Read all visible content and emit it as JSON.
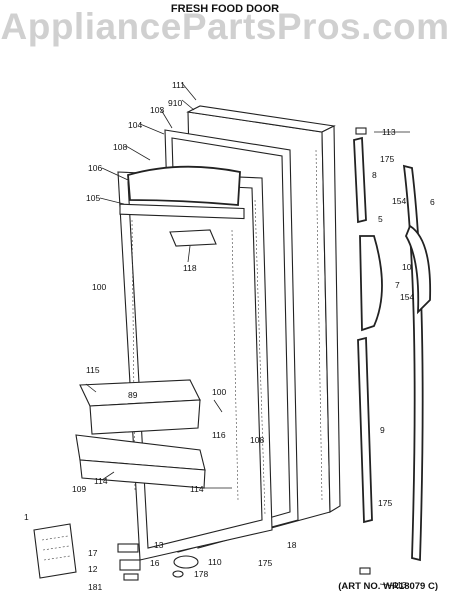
{
  "watermark": "AppliancePartsPros.com",
  "title": "FRESH FOOD DOOR",
  "art_number": "(ART NO. WR18079 C)",
  "labels": [
    {
      "id": "111",
      "text": "111"
    },
    {
      "id": "910",
      "text": "910"
    },
    {
      "id": "103",
      "text": "103"
    },
    {
      "id": "104",
      "text": "104"
    },
    {
      "id": "108a",
      "text": "108"
    },
    {
      "id": "106",
      "text": "106"
    },
    {
      "id": "105",
      "text": "105"
    },
    {
      "id": "118",
      "text": "118"
    },
    {
      "id": "100a",
      "text": "100"
    },
    {
      "id": "115",
      "text": "115"
    },
    {
      "id": "89",
      "text": "89"
    },
    {
      "id": "100b",
      "text": "100"
    },
    {
      "id": "116",
      "text": "116"
    },
    {
      "id": "108b",
      "text": "108"
    },
    {
      "id": "109",
      "text": "109"
    },
    {
      "id": "114a",
      "text": "114"
    },
    {
      "id": "114b",
      "text": "114"
    },
    {
      "id": "1",
      "text": "1"
    },
    {
      "id": "13",
      "text": "13"
    },
    {
      "id": "17",
      "text": "17"
    },
    {
      "id": "16",
      "text": "16"
    },
    {
      "id": "12",
      "text": "12"
    },
    {
      "id": "181",
      "text": "181"
    },
    {
      "id": "110",
      "text": "110"
    },
    {
      "id": "178",
      "text": "178"
    },
    {
      "id": "175a",
      "text": "175"
    },
    {
      "id": "18",
      "text": "18"
    },
    {
      "id": "113a",
      "text": "113"
    },
    {
      "id": "175b",
      "text": "175"
    },
    {
      "id": "8",
      "text": "8"
    },
    {
      "id": "6",
      "text": "6"
    },
    {
      "id": "5",
      "text": "5"
    },
    {
      "id": "154a",
      "text": "154"
    },
    {
      "id": "10",
      "text": "10"
    },
    {
      "id": "7",
      "text": "7"
    },
    {
      "id": "154b",
      "text": "154"
    },
    {
      "id": "9",
      "text": "9"
    },
    {
      "id": "175c",
      "text": "175"
    },
    {
      "id": "113b",
      "text": "113"
    }
  ]
}
